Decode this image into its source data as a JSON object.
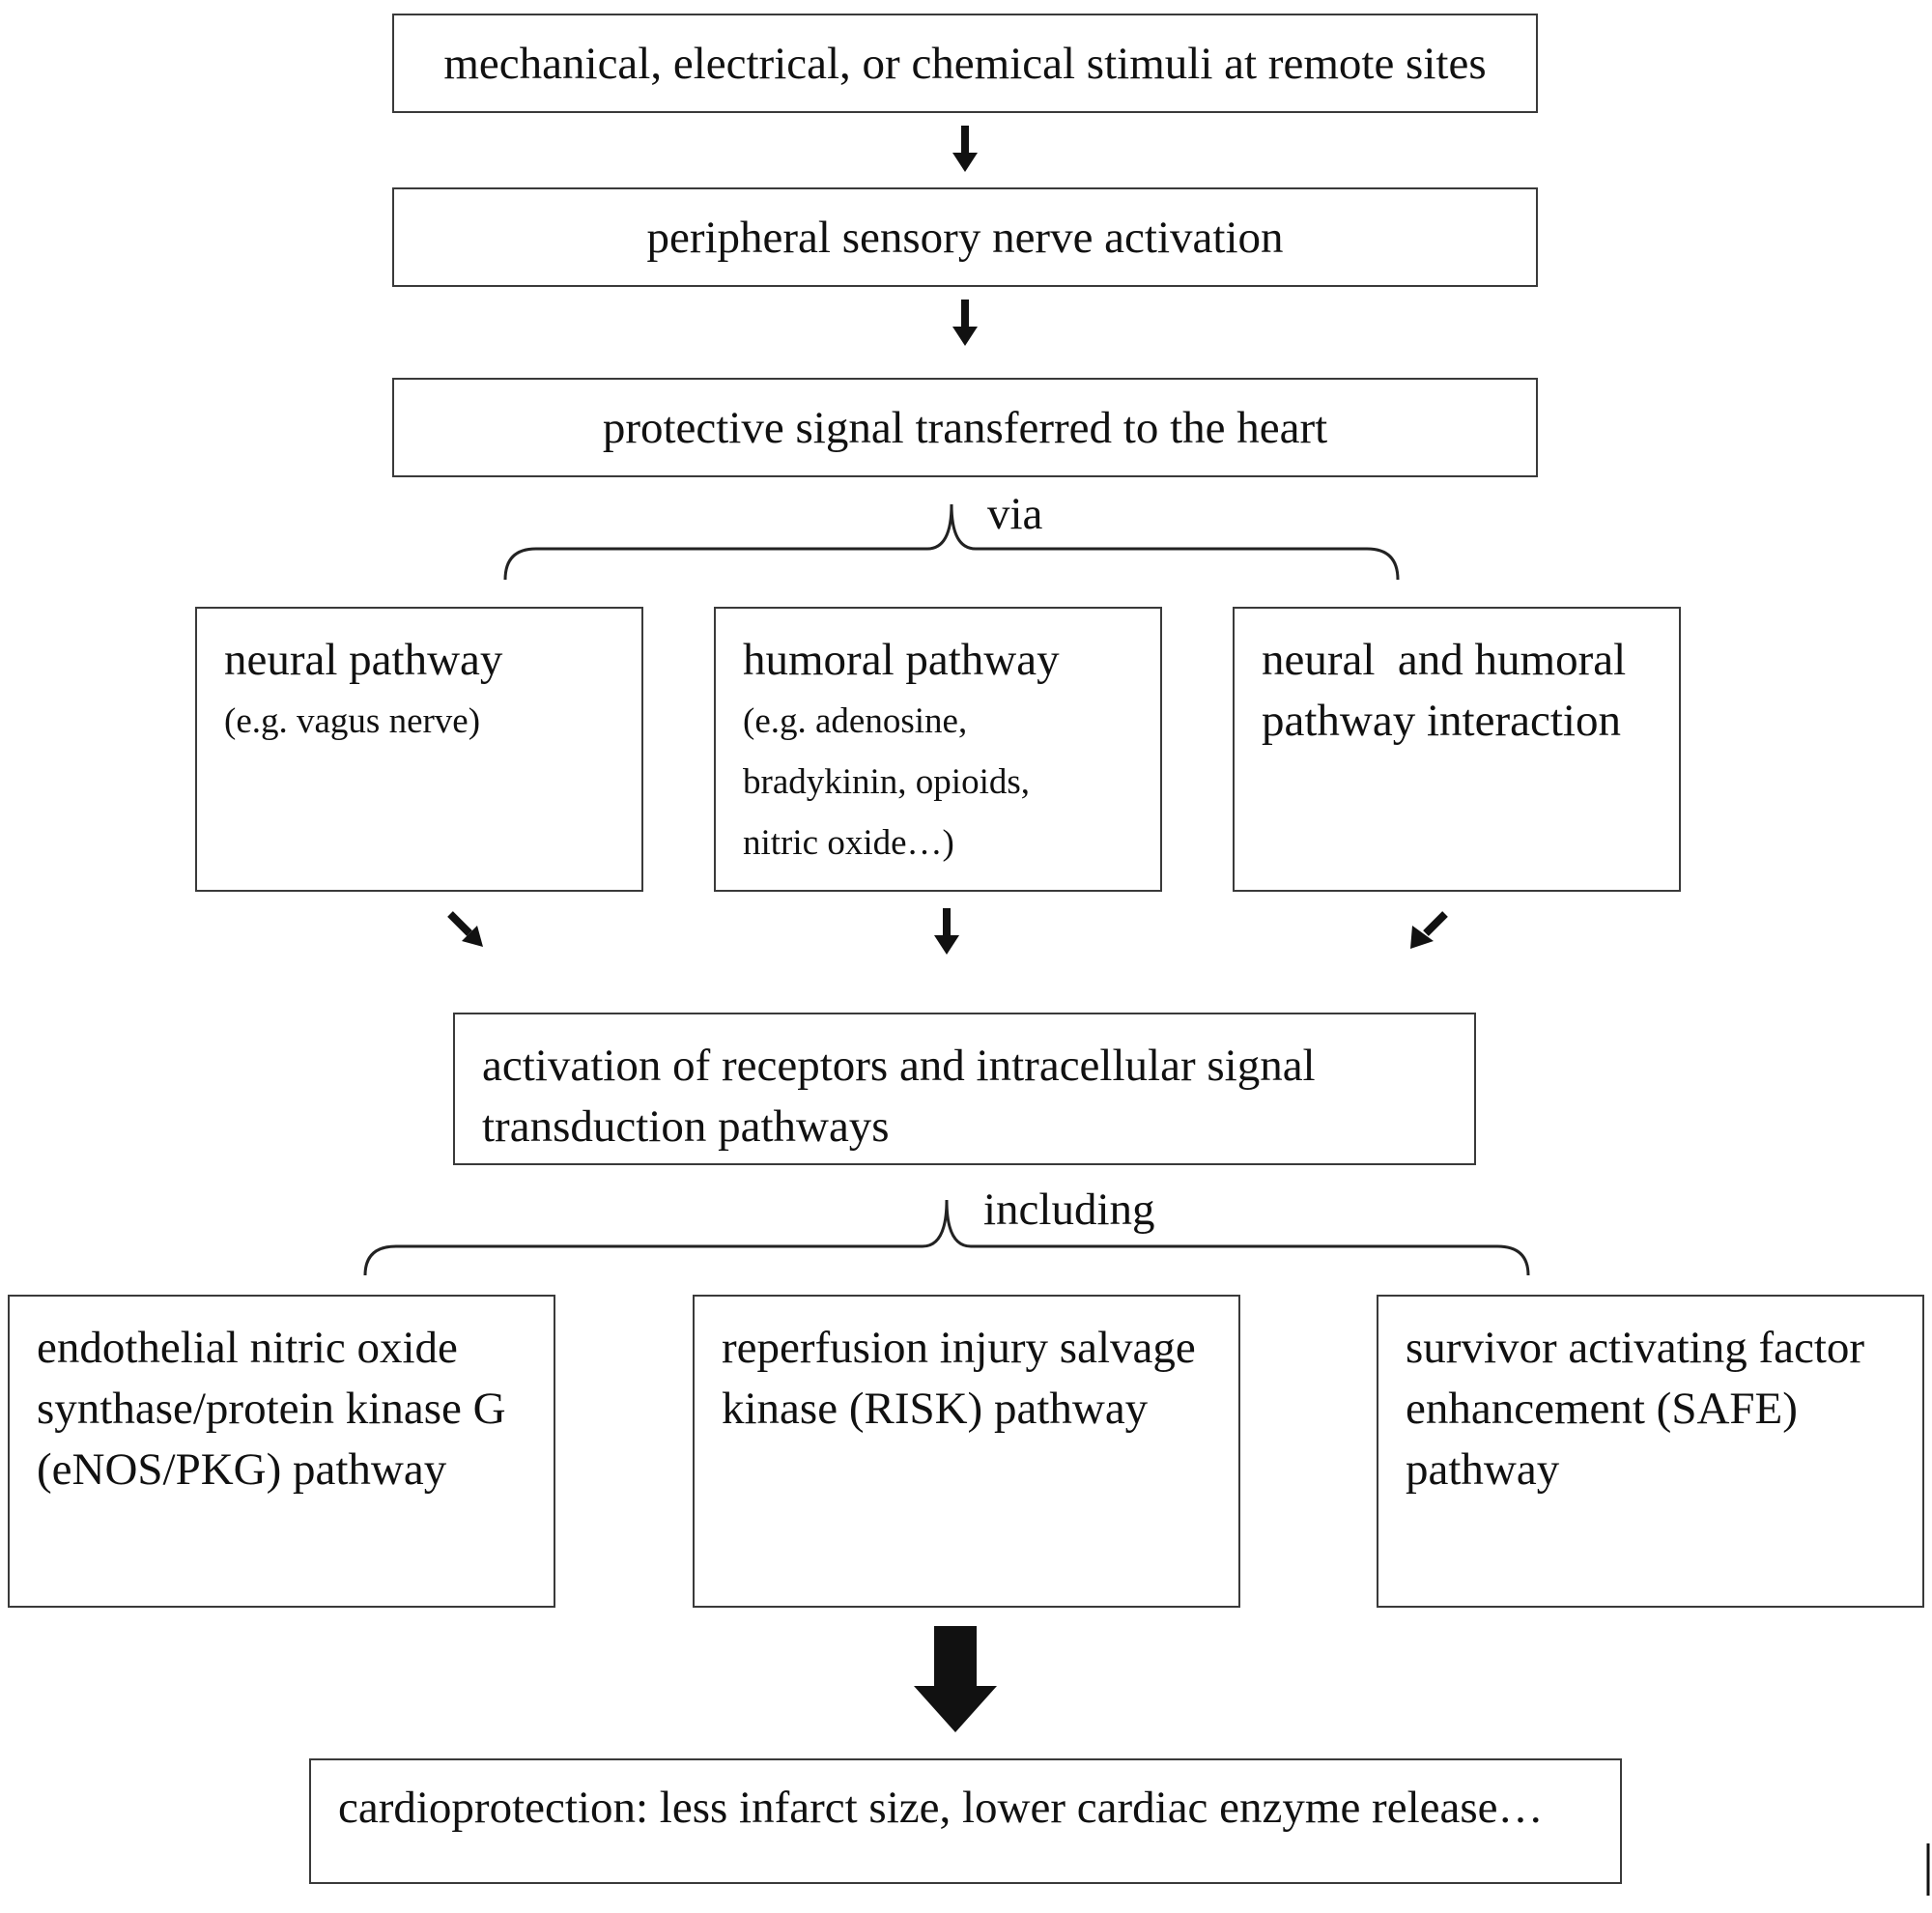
{
  "stimuli": "mechanical, electrical, or chemical stimuli at remote sites",
  "sensory": "peripheral sensory nerve activation",
  "signal": "protective signal transferred to the heart",
  "via": "via",
  "neural": {
    "title": "neural pathway",
    "example": "(e.g. vagus nerve)"
  },
  "humoral": {
    "title": "humoral pathway",
    "example_lines": [
      "(e.g. adenosine,",
      "bradykinin, opioids,",
      "nitric oxide…)"
    ]
  },
  "interaction": {
    "lines": [
      "neural  and humoral",
      "pathway interaction"
    ]
  },
  "activation": {
    "lines": [
      "activation of receptors and intracellular signal",
      "transduction pathways"
    ]
  },
  "including": "including",
  "enos": {
    "lines": [
      "endothelial nitric oxide",
      "synthase/protein kinase G",
      "(eNOS/PKG) pathway"
    ]
  },
  "risk": {
    "lines": [
      "reperfusion injury salvage",
      "kinase (RISK) pathway"
    ]
  },
  "safe": {
    "lines": [
      "survivor activating factor",
      "enhancement (SAFE)",
      "pathway"
    ]
  },
  "outcome": "cardioprotection: less infarct size, lower cardiac enzyme release…"
}
